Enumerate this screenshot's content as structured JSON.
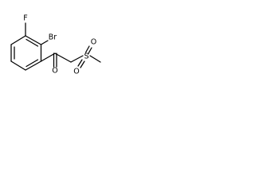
{
  "molecule": {
    "atoms": {
      "fluorine": "F",
      "bromine": "Br",
      "carbonyl_oxygen": "O",
      "sulfur": "S",
      "sulfonyl_oxygen_upper": "O",
      "sulfonyl_oxygen_lower": "O"
    }
  },
  "colors": {
    "bond": "#000000",
    "text": "#000000",
    "background": "#ffffff"
  }
}
